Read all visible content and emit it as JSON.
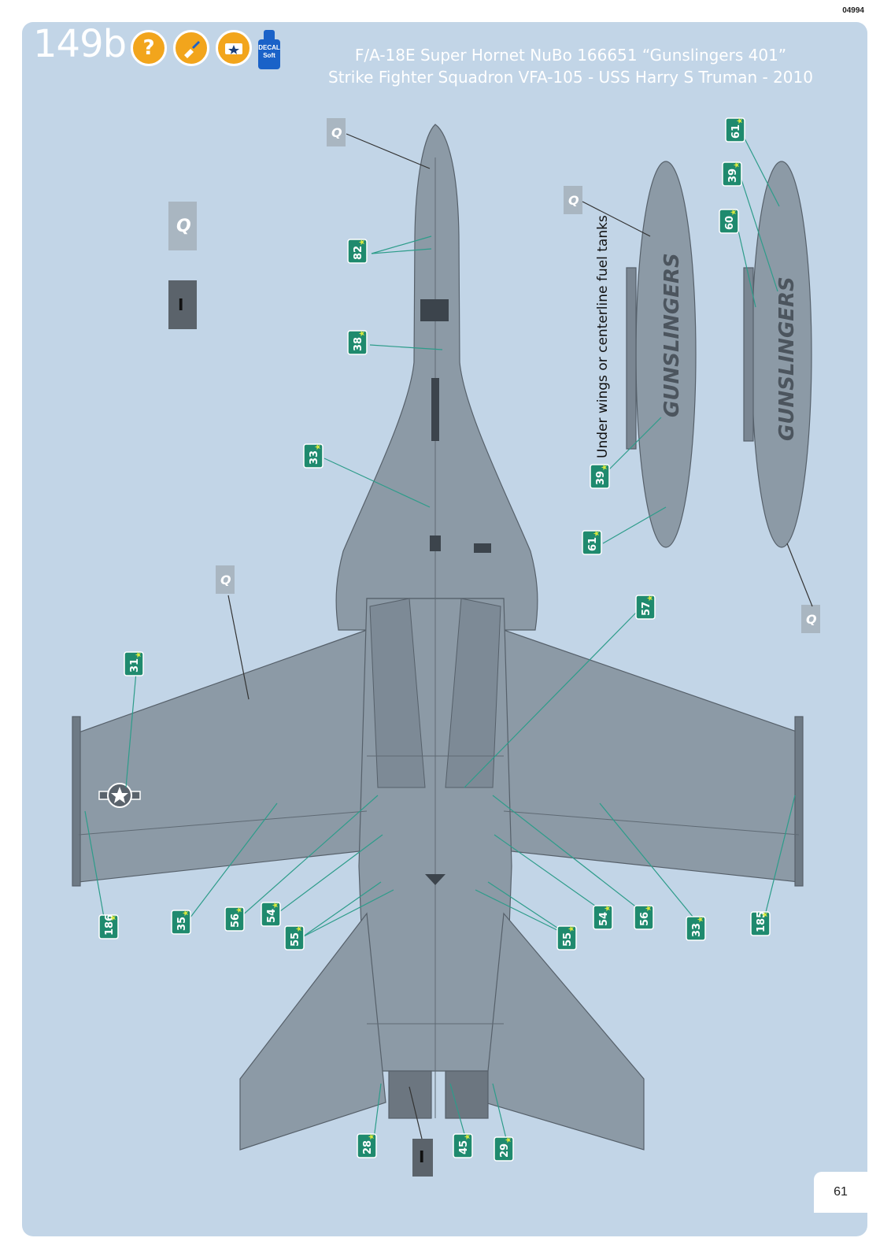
{
  "catalog_number": "04994",
  "step_number": "149b",
  "page_number": "61",
  "title_line1": "F/A-18E Super Hornet NuBo 166651 “Gunslingers 401”",
  "title_line2": "Strike Fighter Squadron VFA-105 - USS Harry S Truman - 2010",
  "icons": {
    "question": "?",
    "decal_soft_label": "DECAL Soft"
  },
  "paint_flags": {
    "q": "Q",
    "i": "I"
  },
  "tank_note": "Under wings or centerline fuel tanks",
  "tank_text": "GUNSLINGERS",
  "decal_numbers": [
    "82",
    "38",
    "33",
    "31",
    "186",
    "35",
    "56",
    "54",
    "55",
    "57",
    "54",
    "56",
    "33",
    "185",
    "55",
    "28",
    "45",
    "29",
    "39",
    "61",
    "61",
    "39",
    "60"
  ],
  "colors": {
    "background": "#c2d5e7",
    "aircraft": "#8c9aa6",
    "decal_badge": "#1f8a6e",
    "leader_line": "#3aa89a"
  }
}
